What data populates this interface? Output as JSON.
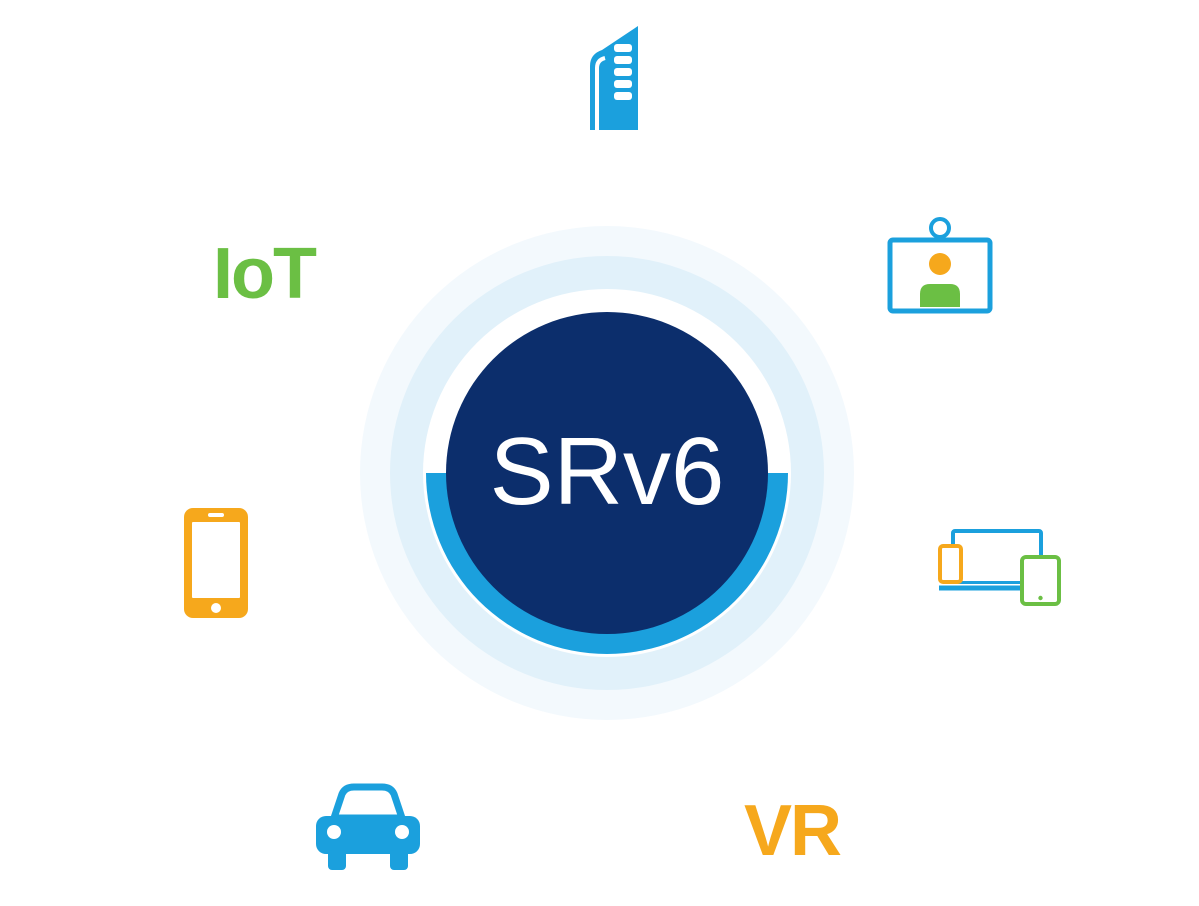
{
  "center": {
    "label": "SRv6"
  },
  "labels": {
    "iot": "IoT",
    "vr": "VR"
  },
  "colors": {
    "navy": "#0c2e6c",
    "blue": "#1ba0dd",
    "green": "#6bbf44",
    "orange": "#f6a81c",
    "halo_outer": "#f3f9fd",
    "halo_inner": "#e1f1fa"
  },
  "icons": [
    "data-center-building-icon",
    "video-conference-icon",
    "multi-device-icon",
    "vr-label",
    "car-icon",
    "smartphone-icon",
    "iot-label"
  ]
}
